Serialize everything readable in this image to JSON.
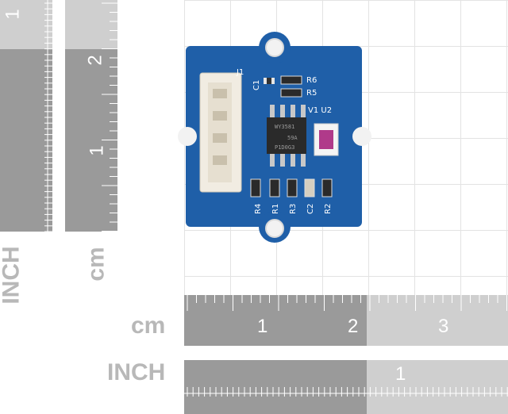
{
  "scale": {
    "vertical_inch_label": "INCH",
    "vertical_cm_label": "cm",
    "horizontal_cm_label": "cm",
    "horizontal_inch_label": "INCH",
    "vertical_inch_ticks": [
      "1"
    ],
    "vertical_cm_ticks": [
      "2",
      "1"
    ],
    "horizontal_cm_ticks": [
      "1",
      "2",
      "3"
    ],
    "horizontal_inch_ticks": [
      "1"
    ]
  },
  "board": {
    "color": "#1f5fa8",
    "silkscreen": {
      "connector": "J1",
      "cap1": "C1",
      "res6": "R6",
      "res5": "R5",
      "ic_labels": "V1 U2",
      "bottom_labels": [
        "R4",
        "R1",
        "R3",
        "C2",
        "R2"
      ]
    },
    "chip_marking": [
      "WY3581",
      "59A",
      "P1D0G3"
    ]
  }
}
